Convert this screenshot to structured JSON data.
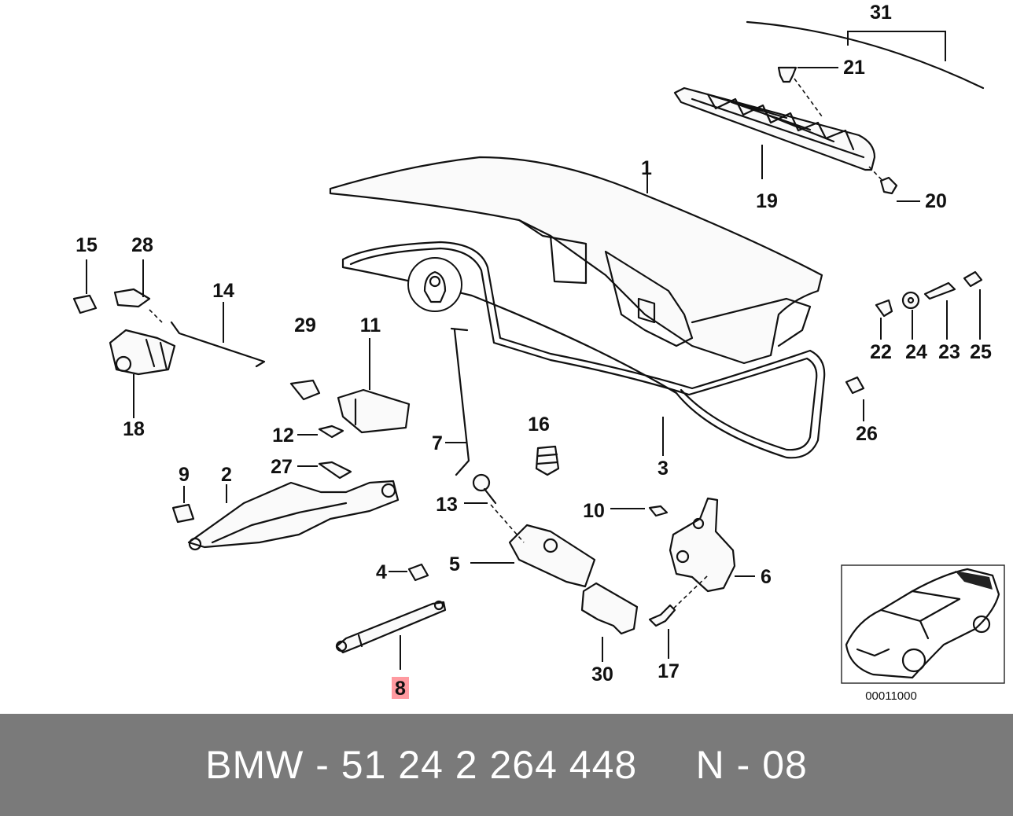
{
  "diagram": {
    "callouts": {
      "c1": "1",
      "c2": "2",
      "c3": "3",
      "c4": "4",
      "c5": "5",
      "c6": "6",
      "c7": "7",
      "c8": "8",
      "c9": "9",
      "c10": "10",
      "c11": "11",
      "c12": "12",
      "c13": "13",
      "c14": "14",
      "c15": "15",
      "c16": "16",
      "c17": "17",
      "c18": "18",
      "c19": "19",
      "c20": "20",
      "c21": "21",
      "c22": "22",
      "c23": "23",
      "c24": "24",
      "c25": "25",
      "c26": "26",
      "c27": "27",
      "c28": "28",
      "c29": "29",
      "c30": "30",
      "c31": "31"
    },
    "highlighted_callout": "8",
    "highlight_color": "#ff9aa0",
    "inset": {
      "code": "00011000"
    }
  },
  "footer": {
    "text": "BMW - 51 24 2 264 448     N - 08",
    "background": "#7a7a7a"
  }
}
